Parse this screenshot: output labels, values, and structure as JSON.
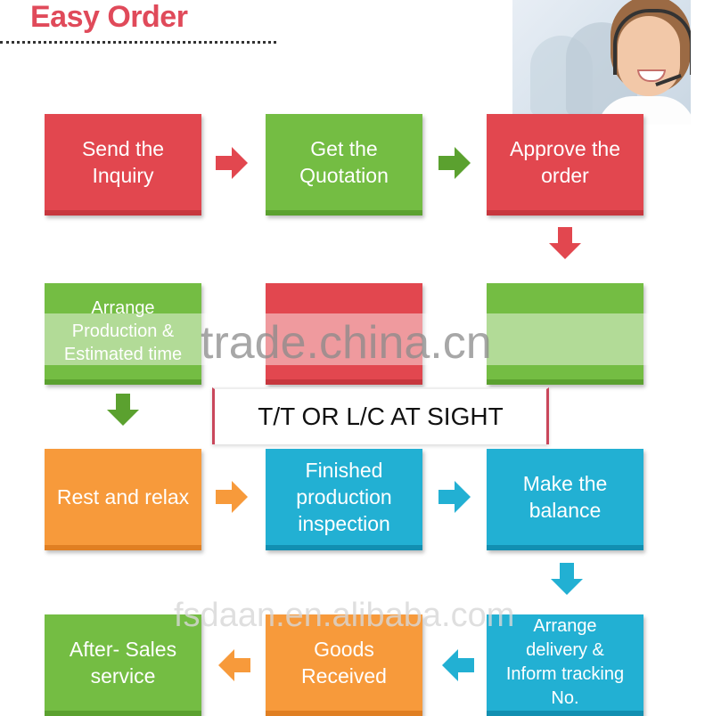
{
  "title": "Easy Order",
  "steps": {
    "s1": "Send the\nInquiry",
    "s2": "Get the\nQuotation",
    "s3": "Approve the\norder",
    "s4": "Arrange\nProduction &\nEstimated time",
    "s5": "",
    "s6": "",
    "s7": "Rest and relax",
    "s8": "Finished\nproduction\ninspection",
    "s9": "Make the\nbalance",
    "s10": "After- Sales\nservice",
    "s11": "Goods\nReceived",
    "s12": "Arrange\ndelivery &\nInform tracking\nNo."
  },
  "payment_note": "T/T  OR L/C AT SIGHT",
  "watermarks": {
    "main": "trade.china.cn",
    "secondary": "fsdaan.en.alibaba.com"
  },
  "colors": {
    "red": "#e2474f",
    "green": "#74bd43",
    "orange": "#f79a3b",
    "blue": "#22b0d3",
    "title": "#e04a5a"
  },
  "icons": {
    "photo": "customer-service-agent-headset"
  }
}
